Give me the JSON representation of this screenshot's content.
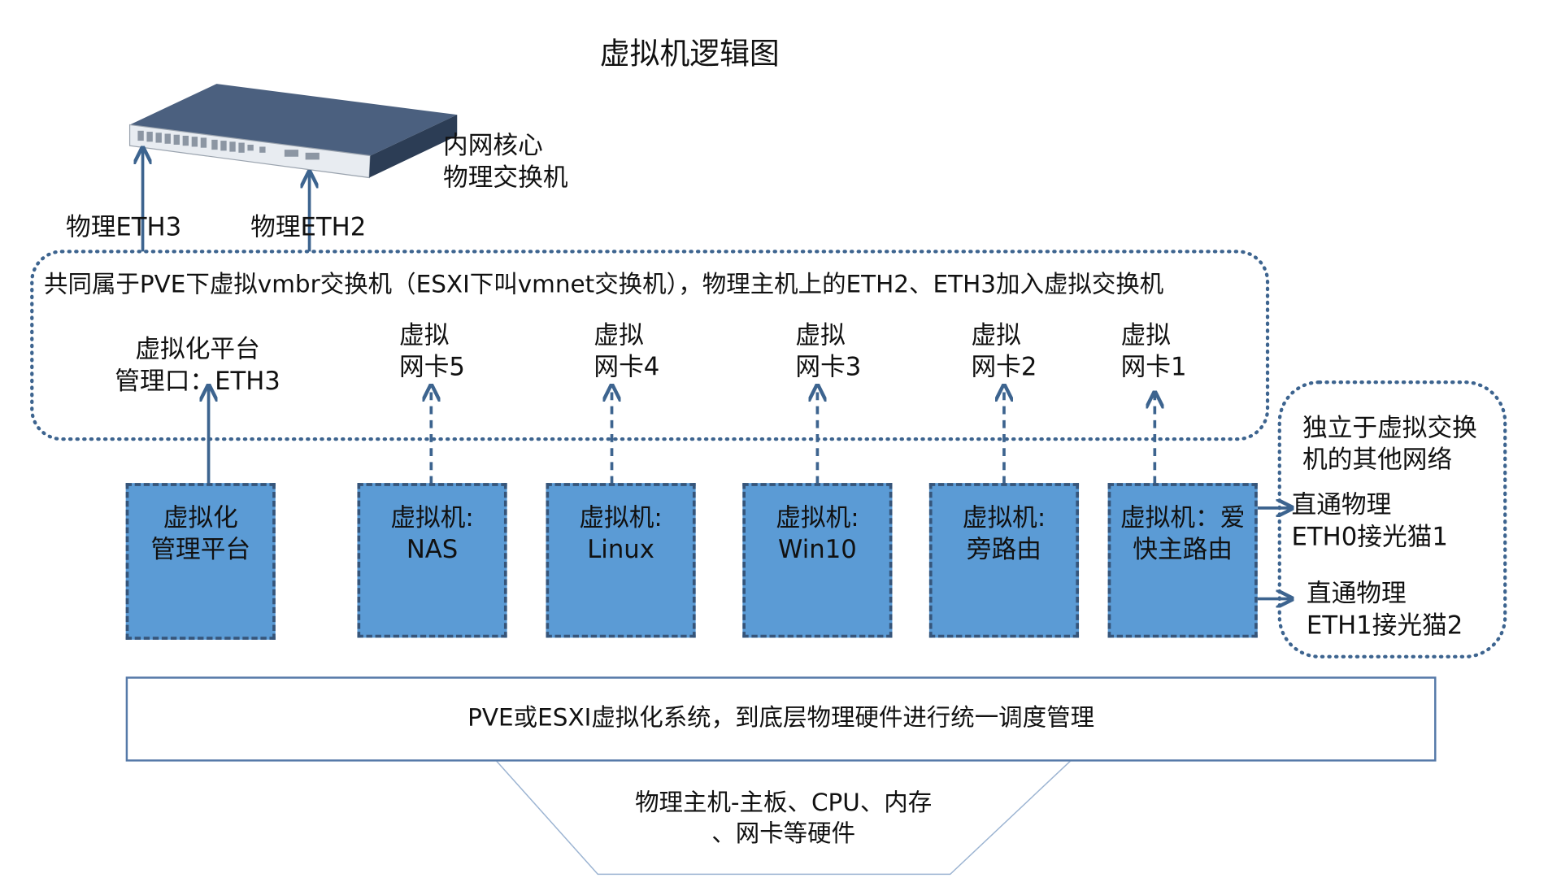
{
  "title": "虚拟机逻辑图",
  "colors": {
    "box_fill": "#5b9bd5",
    "box_border": "#36557a",
    "arrow": "#3d648f",
    "dotted_border": "#3d648f",
    "bar_border": "#5579a8"
  },
  "switch_device": {
    "icon": "network-switch-icon",
    "label": "内网核心\n物理交换机"
  },
  "physical_ports": {
    "eth3": "物理ETH3",
    "eth2": "物理ETH2"
  },
  "vswitch": {
    "heading": "共同属于PVE下虚拟vmbr交换机（ESXI下叫vmnet交换机），物理主机上的ETH2、ETH3加入虚拟交换机",
    "mgmt_port": "虚拟化平台\n管理口：ETH3",
    "vnics": [
      {
        "label": "虚拟\n网卡5"
      },
      {
        "label": "虚拟\n网卡4"
      },
      {
        "label": "虚拟\n网卡3"
      },
      {
        "label": "虚拟\n网卡2"
      },
      {
        "label": "虚拟\n网卡1"
      }
    ]
  },
  "vms": [
    {
      "label": "虚拟化\n管理平台"
    },
    {
      "label": "虚拟机:\nNAS"
    },
    {
      "label": "虚拟机:\nLinux"
    },
    {
      "label": "虚拟机:\nWin10"
    },
    {
      "label": "虚拟机:\n旁路由"
    },
    {
      "label": "虚拟机：爱\n快主路由"
    }
  ],
  "other_network": {
    "heading": "独立于虚拟交换\n机的其他网络",
    "links": [
      {
        "label": "直通物理\nETH0接光猫1"
      },
      {
        "label": "直通物理\nETH1接光猫2"
      }
    ]
  },
  "hypervisor_bar": "PVE或ESXI虚拟化系统，到底层物理硬件进行统一调度管理",
  "hardware": "物理主机-主板、CPU、内存\n、网卡等硬件"
}
